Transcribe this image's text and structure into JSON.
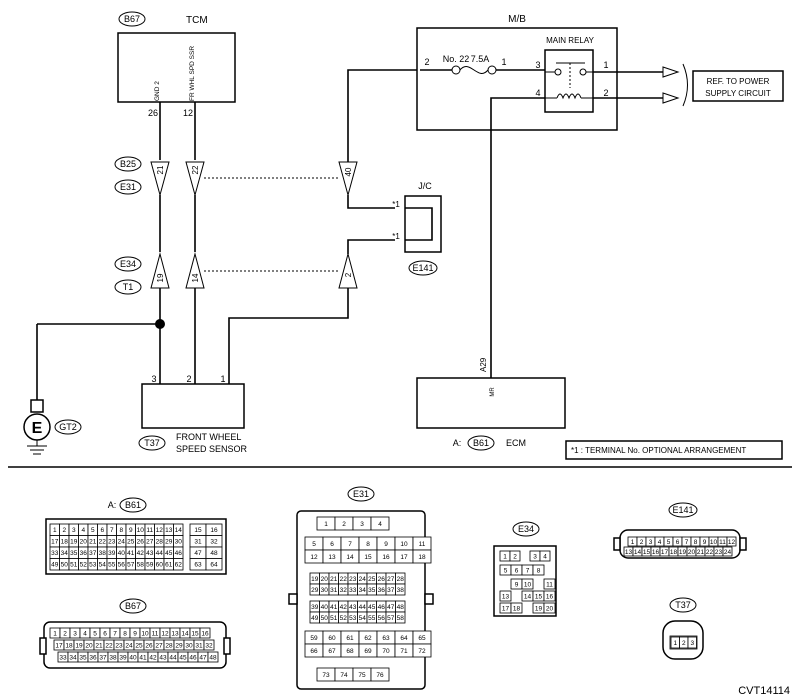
{
  "diagram_id": "CVT14114",
  "wiring": {
    "tcm": {
      "connector": "B67",
      "name": "TCM",
      "terminals": [
        {
          "pin": "26",
          "signal": "GND 2"
        },
        {
          "pin": "12",
          "signal": "FR WHL SPD SSR"
        }
      ]
    },
    "mb": {
      "name": "M/B",
      "fuse": "No. 22",
      "rating": "7.5A",
      "fuse_pins": [
        "2",
        "1"
      ],
      "relay": "MAIN RELAY",
      "relay_pins": [
        "3",
        "1",
        "4",
        "2"
      ]
    },
    "ref_label_line1": "REF. TO POWER",
    "ref_label_line2": "SUPPLY CIRCUIT",
    "inline_b25": {
      "top": "B25",
      "bottom": "E31",
      "pins": [
        "21",
        "22"
      ]
    },
    "inline_e34": {
      "top": "E34",
      "bottom": "T1",
      "pins": [
        "19",
        "14"
      ]
    },
    "inline_right_pins": [
      "40",
      "2"
    ],
    "jc": {
      "name": "J/C",
      "connector": "E141",
      "mark": "*1"
    },
    "ground": {
      "symbol": "E",
      "connector": "GT2"
    },
    "sensor": {
      "connector": "T37",
      "name_line1": "FRONT WHEEL",
      "name_line2": "SPEED SENSOR",
      "pins": [
        "3",
        "2",
        "1"
      ]
    },
    "ecm": {
      "prefix": "A:",
      "connector": "B61",
      "name": "ECM",
      "pin": "A29",
      "signal": "MR"
    },
    "note": "*1  : TERMINAL No. OPTIONAL ARRANGEMENT"
  },
  "connectors": {
    "a_b61": {
      "prefix": "A:",
      "label": "B61"
    },
    "b67": {
      "label": "B67"
    },
    "e31": {
      "label": "E31"
    },
    "e34": {
      "label": "E34"
    },
    "e141": {
      "label": "E141"
    },
    "t37": {
      "label": "T37"
    }
  }
}
